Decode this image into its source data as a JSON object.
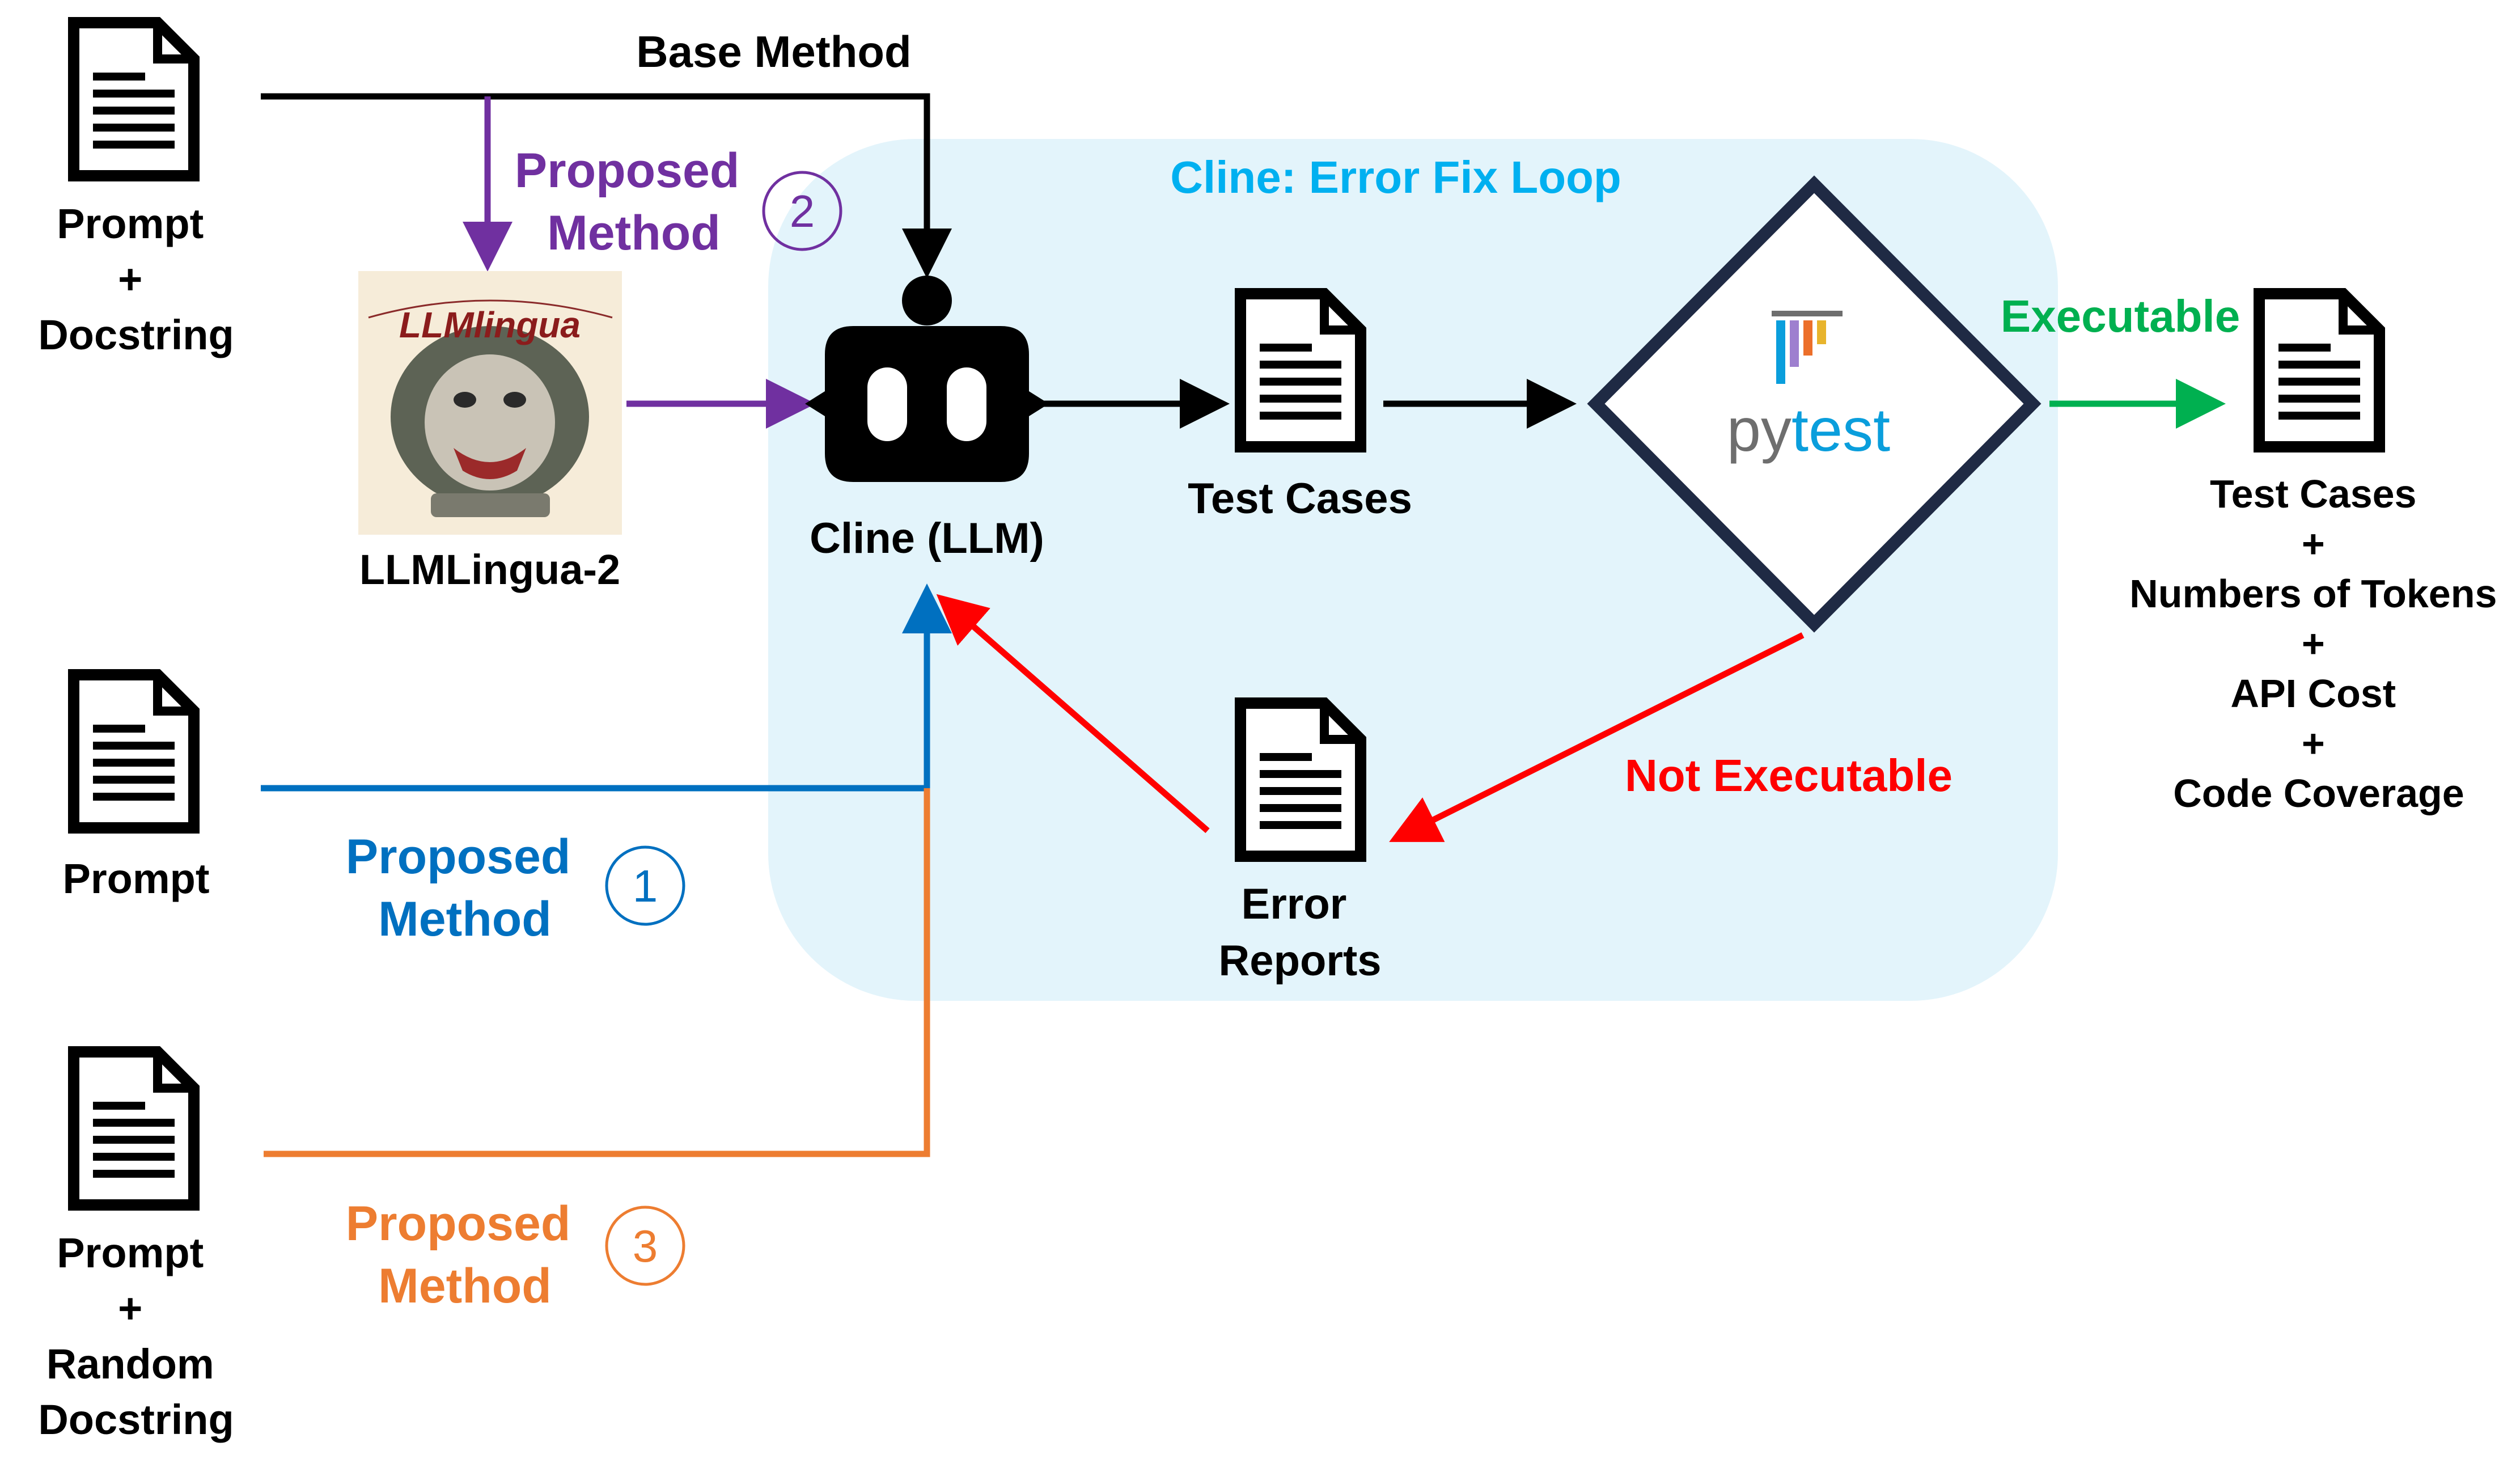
{
  "inputs": {
    "prompt_docstring": [
      "Prompt",
      "+",
      "Docstring"
    ],
    "prompt": [
      "Prompt"
    ],
    "prompt_random": [
      "Prompt",
      "+",
      "Random",
      "Docstring"
    ]
  },
  "base_method": "Base Method",
  "methods": {
    "m1": {
      "lines": [
        "Proposed",
        "Method"
      ],
      "number": "1"
    },
    "m2": {
      "lines": [
        "Proposed",
        "Method"
      ],
      "number": "2"
    },
    "m3": {
      "lines": [
        "Proposed",
        "Method"
      ],
      "number": "3"
    }
  },
  "llmlingua": {
    "label": "LLMLingua-2",
    "logo_text": "LLMlingua"
  },
  "loop_title": "Cline: Error Fix Loop",
  "cline": {
    "label": "Cline (LLM)"
  },
  "test_cases": "Test Cases",
  "pytest": {
    "py": "py",
    "test": "test"
  },
  "executable": "Executable",
  "not_executable": "Not Executable",
  "error_reports": [
    "Error",
    "Reports"
  ],
  "outputs": [
    "Test Cases",
    "+",
    "Numbers of Tokens",
    "+",
    "API Cost",
    "+",
    "Code Coverage"
  ],
  "colors": {
    "black": "#000000",
    "purple": "#7030a0",
    "blue": "#0070c0",
    "orange": "#ed7d31",
    "red": "#ff0000",
    "green": "#00b050",
    "cyan": "#00b0f0",
    "loop_bg": "#e3f4fb",
    "navy": "#1f2a44"
  }
}
